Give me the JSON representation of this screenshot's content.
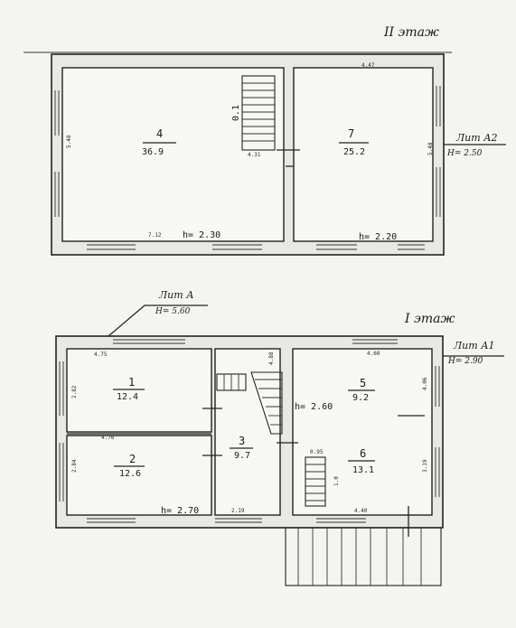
{
  "floor2": {
    "label": "II этаж",
    "lit": {
      "name": "Лит А2",
      "height": "Н= 2.50"
    },
    "rooms": [
      {
        "number": "4",
        "area": "36.9"
      },
      {
        "number": "7",
        "area": "25.2"
      }
    ],
    "heights": [
      "h= 2.30",
      "h= 2.20"
    ],
    "dims": [
      "5.48",
      "4.31",
      "4.47",
      "5.48",
      "7.12"
    ],
    "mark": "0.1"
  },
  "floor1": {
    "label": "I этаж",
    "litA": {
      "name": "Лит А",
      "height": "Н= 5.60"
    },
    "litA1": {
      "name": "Лит А1",
      "height": "Н= 2.90"
    },
    "rooms": [
      {
        "number": "1",
        "area": "12.4"
      },
      {
        "number": "2",
        "area": "12.6"
      },
      {
        "number": "3",
        "area": "9.7"
      },
      {
        "number": "5",
        "area": "9.2"
      },
      {
        "number": "6",
        "area": "13.1"
      }
    ],
    "heights": [
      "h= 2.70",
      "h= 2.60"
    ],
    "dims": [
      "4.75",
      "2.82",
      "4.76",
      "2.84",
      "2.19",
      "4.60",
      "4.88",
      "4.06",
      "3.19",
      "4.40",
      "0.95",
      "1.0"
    ]
  }
}
